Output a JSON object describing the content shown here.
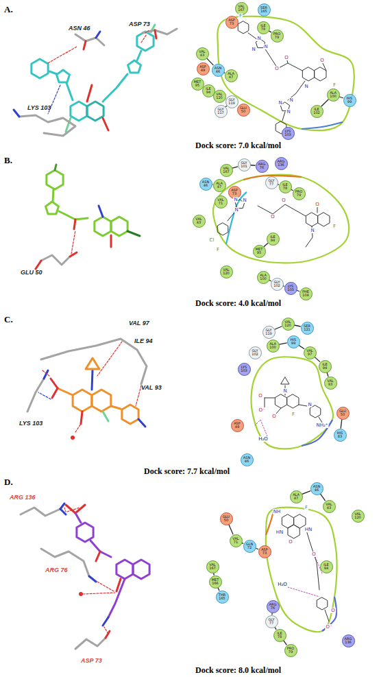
{
  "diagram": {
    "nodes": [
      {
        "text": [
          "VAL 167"
        ]
      },
      {
        "text": [
          "SER 165"
        ]
      },
      {
        "text": [
          "ASP 73"
        ]
      },
      {
        "text": [
          "ILE 78"
        ]
      },
      {
        "text": [
          "PRO 79"
        ]
      },
      {
        "text": [
          "VAL 43"
        ]
      },
      {
        "text": [
          "ASP 49"
        ]
      },
      {
        "text": [
          "ASN 46"
        ]
      },
      {
        "text": [
          "ALA 47"
        ]
      },
      {
        "text": [
          "MET 95"
        ]
      },
      {
        "text": [
          "ILE 94"
        ]
      },
      {
        "text": [
          "VAL 120"
        ]
      },
      {
        "text": [
          "GLY 119"
        ]
      },
      {
        "text": [
          "GLY 117"
        ]
      },
      {
        "text": [
          "GLU 50"
        ]
      },
      {
        "text": [
          "ILE 102"
        ]
      },
      {
        "text": [
          "ALA 100"
        ]
      },
      {
        "text": [
          "HIS 99"
        ]
      },
      {
        "text": [
          "LYS 103"
        ]
      },
      {
        "text": [
          "VAL 167"
        ]
      },
      {
        "text": [
          "GLY 101"
        ]
      },
      {
        "text": [
          "ARG 76"
        ]
      },
      {
        "text": [
          "ARG 136"
        ]
      },
      {
        "text": [
          "ASN 46"
        ]
      },
      {
        "text": [
          "ALA 47"
        ]
      },
      {
        "text": [
          "GLY 77"
        ]
      },
      {
        "text": [
          "ILE 78"
        ]
      },
      {
        "text": [
          "PRO 79"
        ]
      },
      {
        "text": [
          "ASP 73"
        ]
      },
      {
        "text": [
          "VAL 71"
        ]
      },
      {
        "text": [
          "VAL 43"
        ]
      },
      {
        "text": [
          "ILE 94"
        ]
      },
      {
        "text": [
          "MET 95"
        ]
      },
      {
        "text": [
          "VAL 120"
        ]
      },
      {
        "text": [
          "ALA 100"
        ]
      },
      {
        "text": [
          "GLY 102"
        ]
      },
      {
        "text": [
          "LYS 103"
        ]
      },
      {
        "text": [
          "PHE 104"
        ]
      },
      {
        "text": [
          "GLY 119"
        ]
      },
      {
        "text": [
          "VAL 120"
        ]
      },
      {
        "text": [
          "SER 121"
        ]
      },
      {
        "text": [
          "ALA 100"
        ]
      },
      {
        "text": [
          "HIS 99"
        ]
      },
      {
        "text": [
          "VAL 97"
        ]
      },
      {
        "text": [
          "GLY 102"
        ]
      },
      {
        "text": [
          "LYS 103"
        ]
      },
      {
        "text": [
          "ILE 94"
        ]
      },
      {
        "text": [
          "VAL 93"
        ]
      },
      {
        "text": [
          "ASP 49"
        ]
      },
      {
        "text": [
          "GLU 50"
        ]
      },
      {
        "text": [
          "HIS 83"
        ]
      },
      {
        "text": [
          "ASN 46"
        ]
      },
      {
        "text": [
          "ASN 46"
        ]
      },
      {
        "text": [
          "ALA 47"
        ]
      },
      {
        "text": [
          "VAL 43"
        ]
      },
      {
        "text": [
          "VAL 120"
        ]
      },
      {
        "text": [
          "GLU 50"
        ]
      },
      {
        "text": [
          "VAL 71"
        ]
      },
      {
        "text": [
          "GLN 72"
        ]
      },
      {
        "text": [
          "ASP 73"
        ]
      },
      {
        "text": [
          "VAL 167"
        ]
      },
      {
        "text": [
          "MET 166"
        ]
      },
      {
        "text": [
          "THR 165"
        ]
      },
      {
        "text": [
          "ILE 94"
        ]
      },
      {
        "text": [
          "ARG 76"
        ]
      },
      {
        "text": [
          "GLY 77"
        ]
      },
      {
        "text": [
          "ILE 78"
        ]
      },
      {
        "text": [
          "PRO 79"
        ]
      },
      {
        "text": [
          "ARG 136"
        ]
      }
    ],
    "edges": [
      {
        "from": 5,
        "to": 7,
        "arrow": "none"
      },
      {
        "from": 7,
        "to": 8,
        "arrow": "none"
      },
      {
        "from": 9,
        "to": 10,
        "arrow": "none"
      },
      {
        "from": 10,
        "to": 11,
        "arrow": "none"
      },
      {
        "from": 11,
        "to": 12,
        "arrow": "none"
      },
      {
        "from": 12,
        "to": 13,
        "arrow": "none"
      },
      {
        "from": 15,
        "to": 16,
        "arrow": "none"
      },
      {
        "from": 16,
        "to": 17,
        "arrow": "none"
      },
      {
        "from": 3,
        "to": 4,
        "arrow": "none"
      },
      {
        "from": 19,
        "to": 20,
        "arrow": "none"
      },
      {
        "from": 20,
        "to": 21,
        "arrow": "none"
      },
      {
        "from": 25,
        "to": 26,
        "arrow": "none"
      },
      {
        "from": 26,
        "to": 27,
        "arrow": "none"
      },
      {
        "from": 23,
        "to": 24,
        "arrow": "none"
      },
      {
        "from": 31,
        "to": 32,
        "arrow": "none"
      },
      {
        "from": 34,
        "to": 35,
        "arrow": "none"
      },
      {
        "from": 35,
        "to": 36,
        "arrow": "none"
      },
      {
        "from": 36,
        "to": 37,
        "arrow": "none"
      },
      {
        "from": 38,
        "to": 39,
        "arrow": "none"
      },
      {
        "from": 39,
        "to": 40,
        "arrow": "none"
      },
      {
        "from": 41,
        "to": 42,
        "arrow": "none"
      },
      {
        "from": 42,
        "to": 43,
        "arrow": "none"
      },
      {
        "from": 43,
        "to": 46,
        "arrow": "none"
      },
      {
        "from": 46,
        "to": 47,
        "arrow": "none"
      },
      {
        "from": 49,
        "to": 50,
        "arrow": "none"
      },
      {
        "from": 52,
        "to": 53,
        "arrow": "none"
      },
      {
        "from": 52,
        "to": 54,
        "arrow": "none"
      },
      {
        "from": 56,
        "to": 57,
        "arrow": "none"
      },
      {
        "from": 57,
        "to": 58,
        "arrow": "none"
      },
      {
        "from": 58,
        "to": 59,
        "arrow": "none"
      },
      {
        "from": 60,
        "to": 61,
        "arrow": "none"
      },
      {
        "from": 61,
        "to": 62,
        "arrow": "none"
      },
      {
        "from": 64,
        "to": 65,
        "arrow": "none"
      },
      {
        "from": 65,
        "to": 66,
        "arrow": "none"
      },
      {
        "from": 66,
        "to": 67,
        "arrow": "none"
      }
    ],
    "labels": [
      "A.",
      "ASN 46",
      "ASP 73",
      "LYS 103",
      "Dock score: 7.0 kcal/mol",
      "N",
      "N",
      "N",
      "O",
      "O",
      "O",
      "N",
      "N",
      "N",
      "N",
      "F",
      "F",
      "B.",
      "GLU 50",
      "Dock score: 4.0 kcal/mol",
      "N",
      "N",
      "N",
      "O",
      "O",
      "O",
      "N",
      "Cl",
      "F",
      "F",
      "C.",
      "VAL 97",
      "ILE 94",
      "VAL 93",
      "LYS 103",
      "Dock score: 7.7 kcal/mol",
      "N",
      "O",
      "O⁻",
      "O",
      "F",
      "N",
      "NH₂⁺",
      "H₂O",
      "D.",
      "ARG 136",
      "ARG 76",
      "ASP 73",
      "Dock score: 8.0 kcal/mol",
      "NH",
      "HN",
      "HN",
      "O",
      "O",
      "F",
      "O⁻",
      "O",
      "H₂O"
    ]
  }
}
